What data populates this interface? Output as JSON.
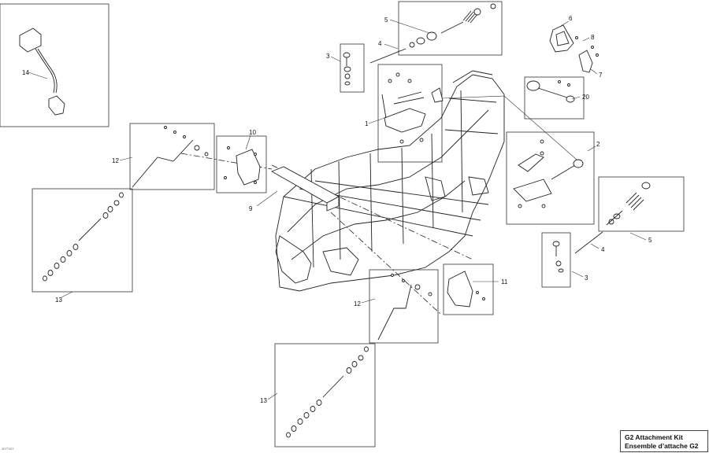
{
  "title": {
    "line1": "G2 Attachment Kit",
    "line2": "Ensemble d’attache G2"
  },
  "reference_code": "1077107",
  "callouts": {
    "c1": "1",
    "c2": "2",
    "c3a": "3",
    "c3b": "3",
    "c4a": "4",
    "c4b": "4",
    "c5a": "5",
    "c5b": "5",
    "c6": "6",
    "c7": "7",
    "c8": "8",
    "c9": "9",
    "c10": "10",
    "c11": "11",
    "c12a": "12",
    "c12b": "12",
    "c13a": "13",
    "c13b": "13",
    "c14": "14",
    "c20": "20"
  }
}
